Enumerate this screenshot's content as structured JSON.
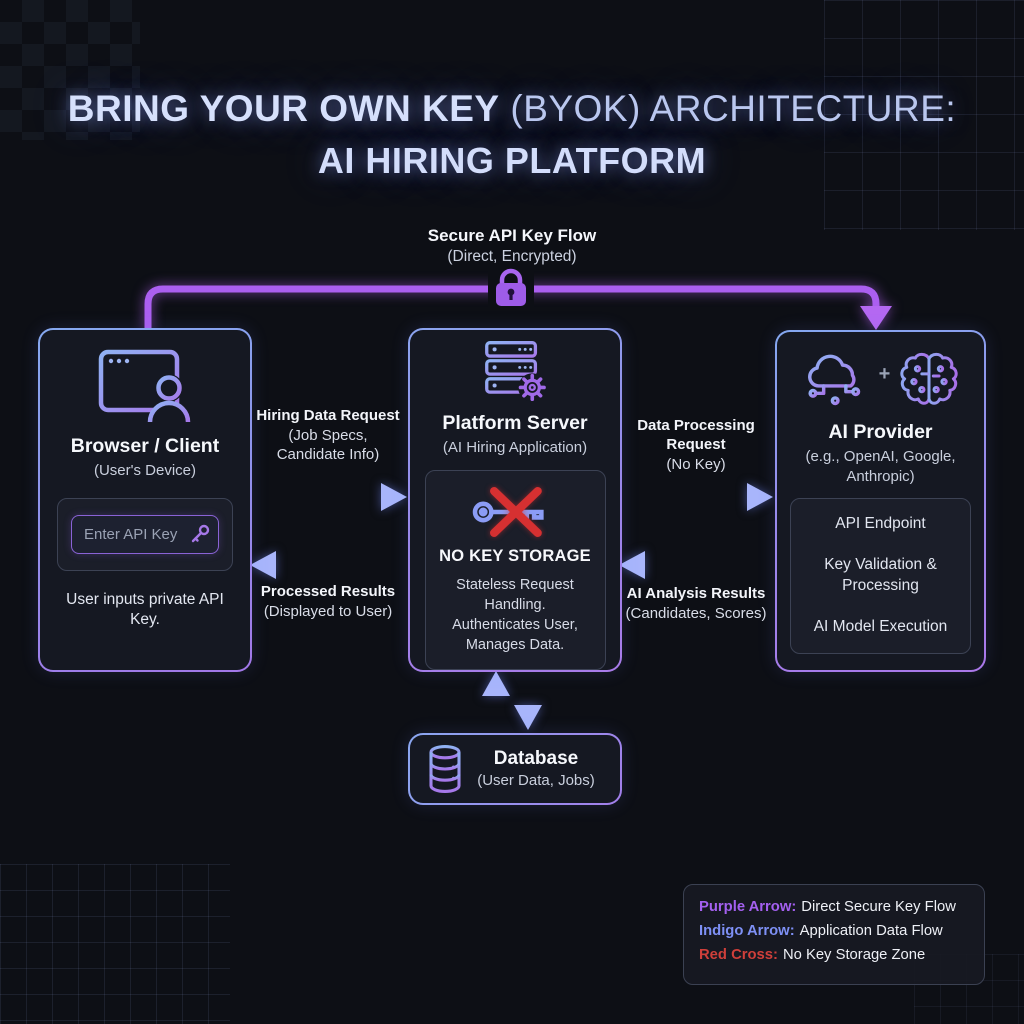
{
  "title": {
    "line1_bold": "BRING YOUR OWN KEY",
    "line1_rest": " (BYOK) ARCHITECTURE:",
    "line2": "AI HIRING PLATFORM"
  },
  "key_flow": {
    "label": "Secure API Key Flow",
    "sublabel": "(Direct, Encrypted)",
    "icon": "lock-icon"
  },
  "nodes": {
    "browser": {
      "title": "Browser / Client",
      "subtitle": "(User's Device)",
      "input_placeholder": "Enter API Key",
      "note": "User inputs private API Key.",
      "icon": "browser-user-icon",
      "input_icon": "key-icon"
    },
    "server": {
      "title": "Platform Server",
      "subtitle": "(AI Hiring Application)",
      "icon": "server-gear-icon",
      "no_key": {
        "icon": "crossed-key-icon",
        "title": "NO KEY STORAGE",
        "line1": "Stateless Request Handling.",
        "line2": "Authenticates User, Manages Data."
      }
    },
    "ai_provider": {
      "title": "AI Provider",
      "subtitle": "(e.g., OpenAI, Google, Anthropic)",
      "icon": "cloud-circuit-icon",
      "icon2": "brain-icon",
      "plus": "+",
      "items": [
        "API Endpoint",
        "Key Validation & Processing",
        "AI Model Execution"
      ]
    },
    "database": {
      "title": "Database",
      "subtitle": "(User Data, Jobs)",
      "icon": "database-icon"
    }
  },
  "flows": {
    "hiring_request": {
      "label": "Hiring Data Request",
      "sublabel": "(Job Specs, Candidate Info)"
    },
    "processed_results": {
      "label": "Processed Results",
      "sublabel": "(Displayed to User)"
    },
    "data_processing": {
      "label": "Data Processing Request",
      "sublabel": "(No Key)"
    },
    "ai_results": {
      "label": "AI Analysis Results",
      "sublabel": "(Candidates, Scores)"
    }
  },
  "legend": {
    "items": [
      {
        "term": "Purple Arrow:",
        "desc": "Direct Secure Key Flow",
        "color": "#a855f7"
      },
      {
        "term": "Indigo Arrow:",
        "desc": "Application Data Flow",
        "color": "#818cf8"
      },
      {
        "term": "Red Cross:",
        "desc": "No Key Storage Zone",
        "color": "#dc2626"
      }
    ]
  },
  "colors": {
    "background": "#0d0f15",
    "purple_flow": "#ab5ff0",
    "indigo_arrow": "#7d8ef2",
    "red_cross": "#d63031",
    "card_border_blue": "#86a9f0",
    "card_border_purple": "#a277e8",
    "title_text": "#d3ddfb"
  }
}
